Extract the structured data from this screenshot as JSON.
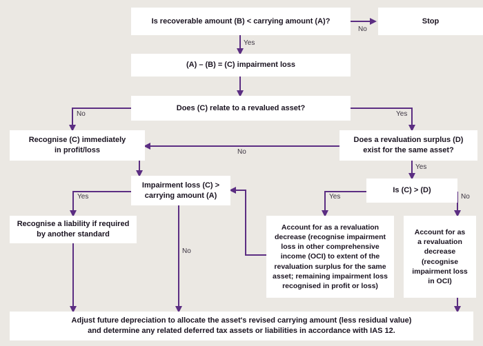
{
  "diagram": {
    "title": "IAS 36 impairment decision flowchart",
    "background_color": "#ebe8e3",
    "box_color": "#ffffff",
    "connector_color": "#5b2d82",
    "text_color": "#1a1320",
    "label_color": "#3a3340"
  },
  "nodes": {
    "q_recoverable": "Is recoverable amount (B) < carrying amount (A)?",
    "stop": "Stop",
    "calc_loss": "(A) – (B) = (C) impairment loss",
    "q_revalued": "Does (C) relate to a revalued asset?",
    "recognise_pl": "Recognise (C) immediately\nin profit/loss",
    "q_surplus": "Does a revaluation surplus (D)\nexist for the same asset?",
    "q_c_gt_d": "Is (C) > (D)",
    "q_loss_gt_carrying": "Impairment loss (C) >\ncarrying amount (A)",
    "recognise_liability": "Recognise a liability if required\nby another standard",
    "account_decrease_long": "Account for as a revaluation decrease (recognise impairment loss in other comprehensive income (OCI) to extent of the revaluation surplus for the same asset; remaining impairment loss recognised in profit or loss)",
    "account_decrease_short": "Account for as\na revaluation\ndecrease\n(recognise\nimpairment loss\nin OCI)",
    "adjust_depreciation": "Adjust future depreciation to allocate the asset's revised carrying amount (less residual value)\nand determine any related deferred tax assets or liabilities in accordance with IAS 12."
  },
  "edge_labels": {
    "no_to_stop": "No",
    "yes_to_calc": "Yes",
    "no_to_recognise_pl": "No",
    "yes_to_surplus": "Yes",
    "no_surplus_to_recognise_pl": "No",
    "yes_surplus_to_c_gt_d": "Yes",
    "yes_loss_gt_carrying": "Yes",
    "no_loss_gt_carrying": "No",
    "yes_c_gt_d": "Yes",
    "no_c_gt_d": "No"
  }
}
